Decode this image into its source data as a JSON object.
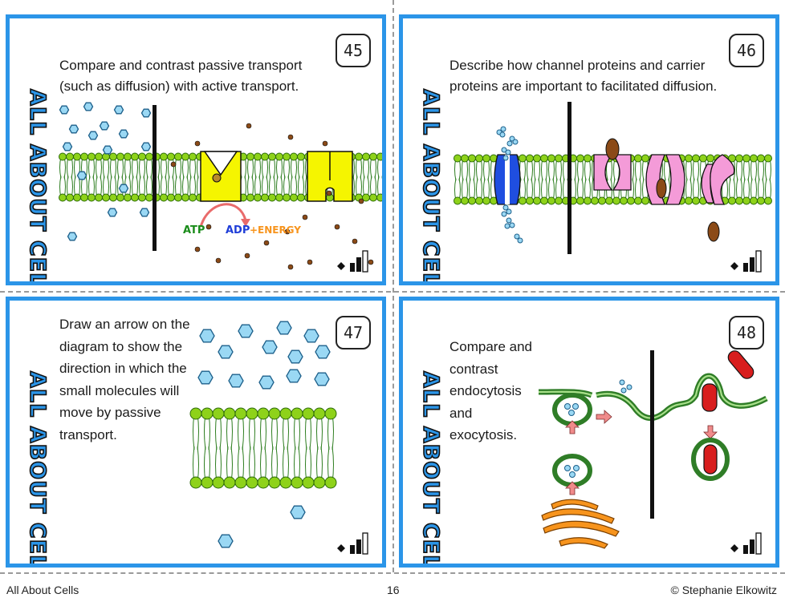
{
  "cards": [
    {
      "number": "45",
      "sidebar": "ALL ABOUT CELLS",
      "question": "Compare and contrast passive transport (such as diffusion) with active transport.",
      "labels": {
        "atp": "ATP",
        "adp": "ADP",
        "plus": "+",
        "energy": "ENERGY"
      },
      "icons": [
        "diamond-icon",
        "difficulty-bars-icon"
      ]
    },
    {
      "number": "46",
      "sidebar": "ALL ABOUT CELLS",
      "question": "Describe how channel proteins and carrier proteins are important to facilitated diffusion.",
      "icons": [
        "diamond-icon",
        "difficulty-bars-icon"
      ]
    },
    {
      "number": "47",
      "sidebar": "ALL ABOUT CELLS",
      "question": "Draw an arrow on the diagram to show the direction in which the small molecules will move by passive transport.",
      "icons": [
        "diamond-icon",
        "difficulty-bars-icon"
      ]
    },
    {
      "number": "48",
      "sidebar": "ALL ABOUT CELLS",
      "question": "Compare and contrast endocytosis and exocytosis.",
      "icons": [
        "diamond-icon",
        "difficulty-bars-icon"
      ]
    }
  ],
  "difficulty_level": "2 of 3",
  "colors": {
    "card_border": "#2b95e8",
    "lipid_head": "#8ed21a",
    "molecule": "#9ad8f4",
    "pump_protein": "#f5f500",
    "channel_protein": "#1f4ee0",
    "carrier_protein": "#f49bd8",
    "membrane": "#2f7d27",
    "golgi": "#f7941d"
  },
  "footer": {
    "left": "All About Cells",
    "center": "16",
    "right": "© Stephanie Elkowitz"
  }
}
